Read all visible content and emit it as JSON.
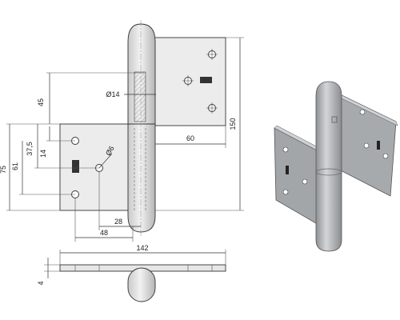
{
  "drawing": {
    "dimensions": {
      "d45": "45",
      "d14_dia": "Ø14",
      "d37_5": "37,5",
      "d14": "14",
      "d75": "75",
      "d61": "61",
      "d6_dia": "Ø6",
      "d60": "60",
      "d150": "150",
      "d28": "28",
      "d48": "48",
      "d142": "142",
      "d4": "4"
    },
    "colors": {
      "line": "#333333",
      "plate_fill": "#e8e8e8",
      "pin_fill": "#d9d9d9",
      "iso_plate": "#a9acaf",
      "iso_pin": "#b7babd"
    }
  }
}
